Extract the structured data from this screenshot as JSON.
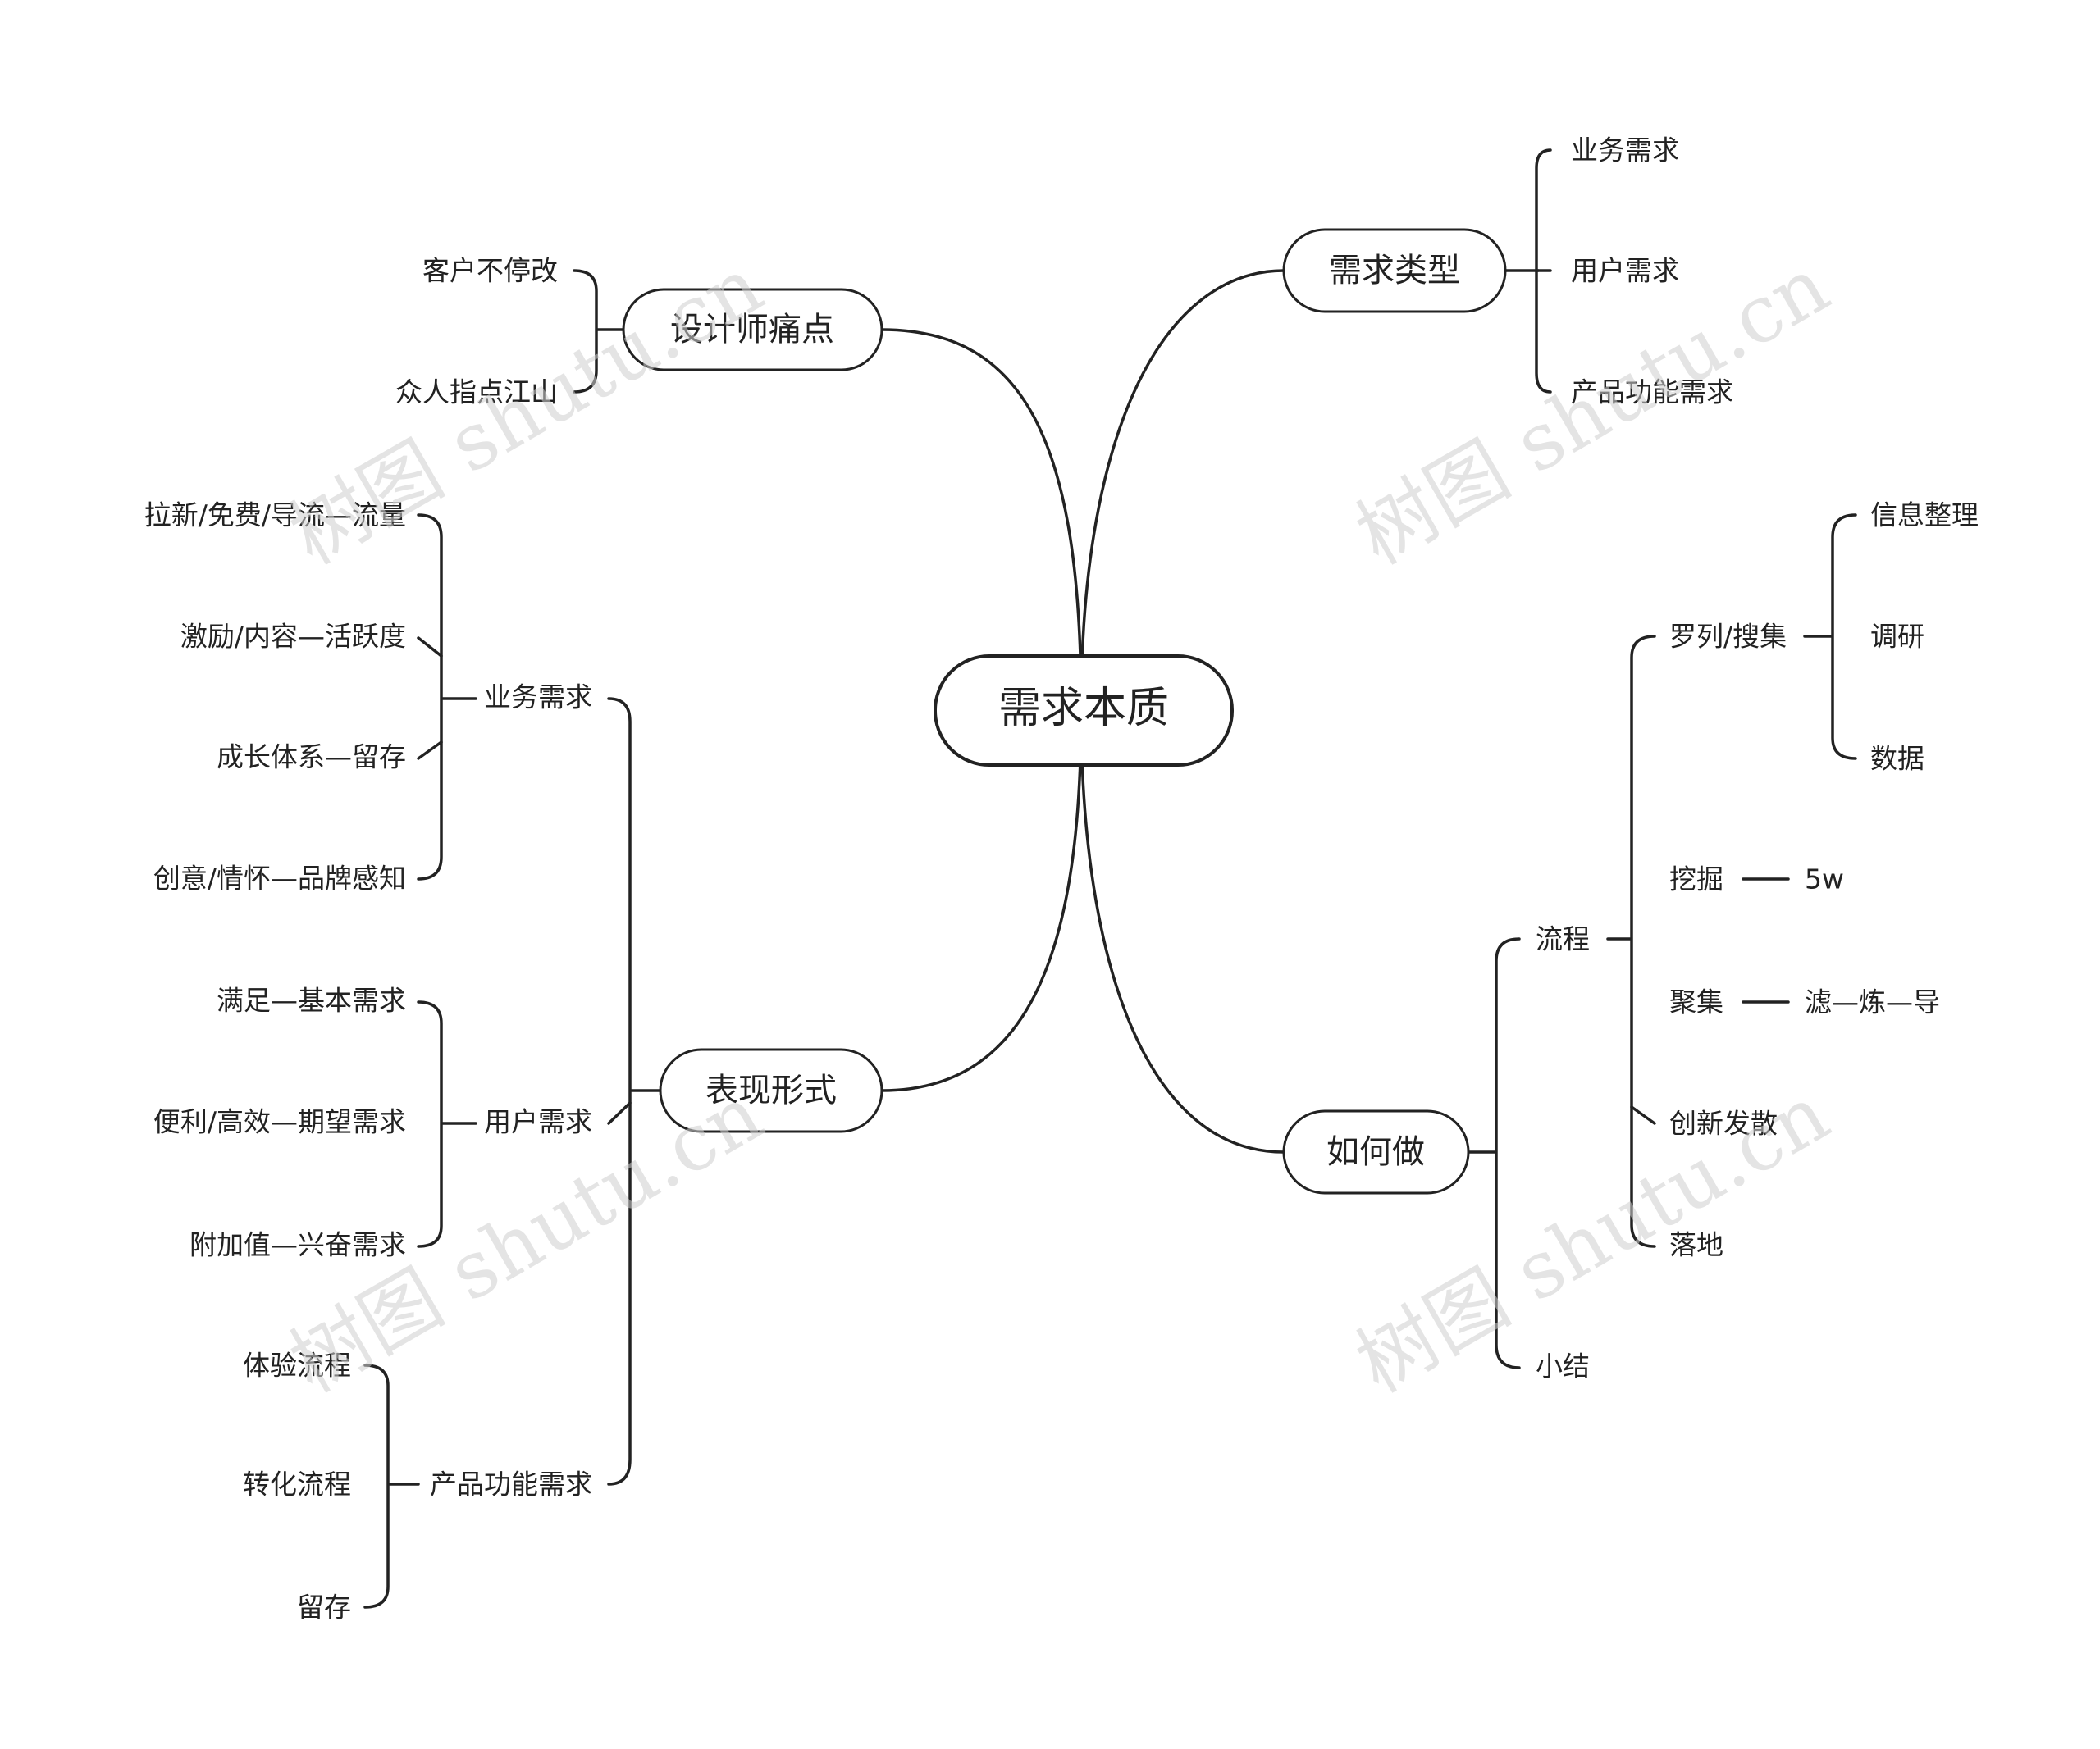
{
  "central": "需求本质",
  "branches": {
    "needs_type": {
      "label": "需求类型",
      "children": [
        "业务需求",
        "用户需求",
        "产品功能需求"
      ]
    },
    "pain": {
      "label": "设计师痛点",
      "children": [
        "客户不停改",
        "众人指点江山"
      ]
    },
    "form": {
      "label": "表现形式",
      "business": {
        "label": "业务需求",
        "children": [
          "拉新/免费/导流—流量",
          "激励/内容—活跃度",
          "成长体系—留存",
          "创意/情怀—品牌感知"
        ]
      },
      "user": {
        "label": "用户需求",
        "children": [
          "满足—基本需求",
          "便利/高效—期望需求",
          "附加值—兴奋需求"
        ]
      },
      "product": {
        "label": "产品功能需求",
        "children": [
          "体验流程",
          "转化流程",
          "留存"
        ]
      }
    },
    "howto": {
      "label": "如何做",
      "process": {
        "label": "流程",
        "collect": {
          "label": "罗列/搜集",
          "children": [
            "信息整理",
            "调研",
            "数据"
          ]
        },
        "dig": {
          "label": "挖掘",
          "child": "5w"
        },
        "focus": {
          "label": "聚集",
          "child": "滤—炼—导"
        },
        "diverge": "创新发散",
        "land": "落地"
      },
      "summary": "小结"
    }
  },
  "watermark": "树图 shutu.cn",
  "colors": {
    "line": "#222222",
    "text": "#222222",
    "node_fill": "#ffffff",
    "watermark": "#cfcfcf"
  }
}
